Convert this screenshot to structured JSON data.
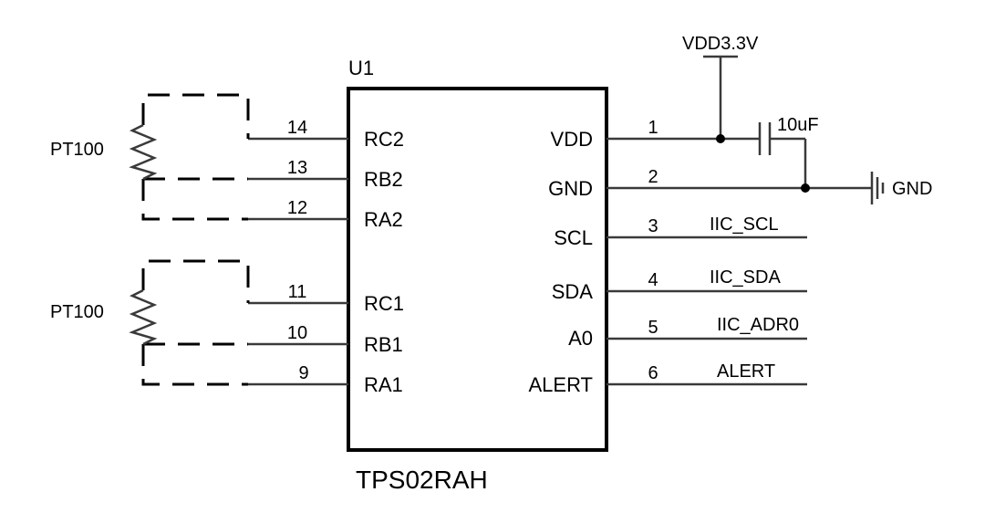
{
  "component": {
    "ref": "U1",
    "part": "TPS02RAH",
    "left_pins": [
      {
        "num": "14",
        "name": "RC2"
      },
      {
        "num": "13",
        "name": "RB2"
      },
      {
        "num": "12",
        "name": "RA2"
      },
      {
        "num": "11",
        "name": "RC1"
      },
      {
        "num": "10",
        "name": "RB1"
      },
      {
        "num": "9",
        "name": "RA1"
      }
    ],
    "right_pins": [
      {
        "num": "1",
        "name": "VDD",
        "net": ""
      },
      {
        "num": "2",
        "name": "GND",
        "net": ""
      },
      {
        "num": "3",
        "name": "SCL",
        "net": "IIC_SCL"
      },
      {
        "num": "4",
        "name": "SDA",
        "net": "IIC_SDA"
      },
      {
        "num": "5",
        "name": "A0",
        "net": "IIC_ADR0"
      },
      {
        "num": "6",
        "name": "ALERT",
        "net": "ALERT"
      }
    ]
  },
  "sensors": [
    {
      "label": "PT100"
    },
    {
      "label": "PT100"
    }
  ],
  "power": {
    "vdd_label": "VDD3.3V",
    "gnd_label": "GND",
    "cap_label": "10uF"
  }
}
